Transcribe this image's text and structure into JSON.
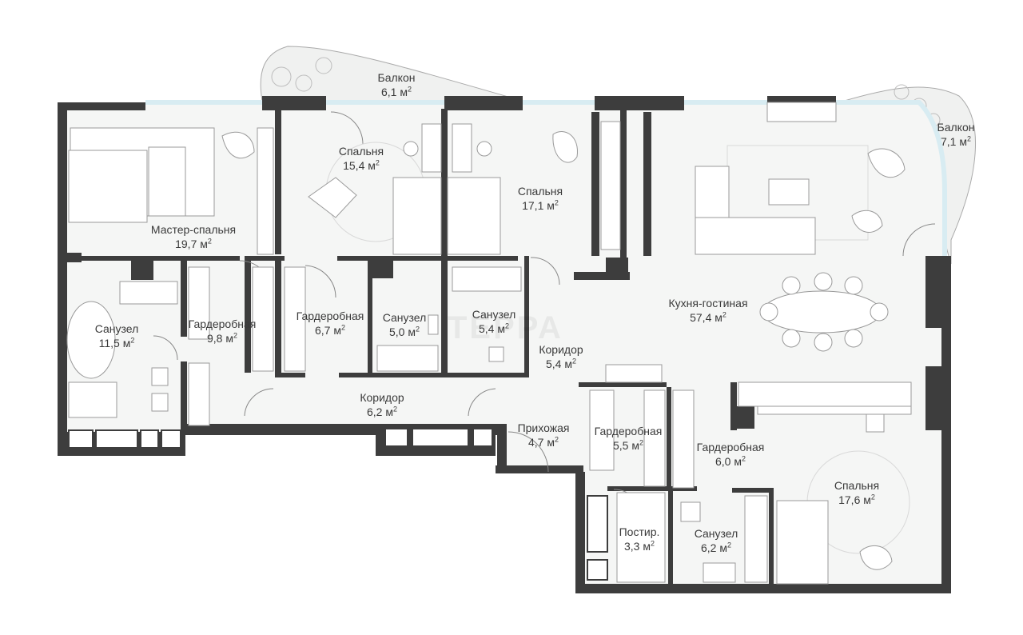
{
  "rooms": [
    {
      "id": "balcony-1",
      "name": "Балкон",
      "area": "6,1 м",
      "unit_sup": "2"
    },
    {
      "id": "balcony-2",
      "name": "Балкон",
      "area": "7,1 м",
      "unit_sup": "2"
    },
    {
      "id": "bedroom-1",
      "name": "Спальня",
      "area": "15,4 м",
      "unit_sup": "2"
    },
    {
      "id": "bedroom-2",
      "name": "Спальня",
      "area": "17,1 м",
      "unit_sup": "2"
    },
    {
      "id": "master-bedroom",
      "name": "Мастер-спальня",
      "area": "19,7 м",
      "unit_sup": "2"
    },
    {
      "id": "bathroom-1",
      "name": "Санузел",
      "area": "11,5 м",
      "unit_sup": "2"
    },
    {
      "id": "wardrobe-1",
      "name": "Гардеробная",
      "area": "9,8 м",
      "unit_sup": "2"
    },
    {
      "id": "wardrobe-2",
      "name": "Гардеробная",
      "area": "6,7 м",
      "unit_sup": "2"
    },
    {
      "id": "bathroom-2",
      "name": "Санузел",
      "area": "5,0 м",
      "unit_sup": "2"
    },
    {
      "id": "bathroom-3",
      "name": "Санузел",
      "area": "5,4 м",
      "unit_sup": "2"
    },
    {
      "id": "kitchen-living",
      "name": "Кухня-гостиная",
      "area": "57,4 м",
      "unit_sup": "2"
    },
    {
      "id": "corridor-1",
      "name": "Коридор",
      "area": "5,4 м",
      "unit_sup": "2"
    },
    {
      "id": "corridor-2",
      "name": "Коридор",
      "area": "6,2 м",
      "unit_sup": "2"
    },
    {
      "id": "hallway",
      "name": "Прихожая",
      "area": "4,7 м",
      "unit_sup": "2"
    },
    {
      "id": "wardrobe-3",
      "name": "Гардеробная",
      "area": "5,5 м",
      "unit_sup": "2"
    },
    {
      "id": "wardrobe-4",
      "name": "Гардеробная",
      "area": "6,0 м",
      "unit_sup": "2"
    },
    {
      "id": "bedroom-3",
      "name": "Спальня",
      "area": "17,6 м",
      "unit_sup": "2"
    },
    {
      "id": "laundry",
      "name": "Постир.",
      "area": "3,3 м",
      "unit_sup": "2"
    },
    {
      "id": "bathroom-4",
      "name": "Санузел",
      "area": "6,2 м",
      "unit_sup": "2"
    }
  ],
  "colors": {
    "wall": "#3d3d3d",
    "floor": "#f5f6f5",
    "balcony": "#f0f1f0",
    "glass": "#d8ecf2",
    "furniture_line": "#9a9a9a",
    "label": "#3a3a3a"
  }
}
